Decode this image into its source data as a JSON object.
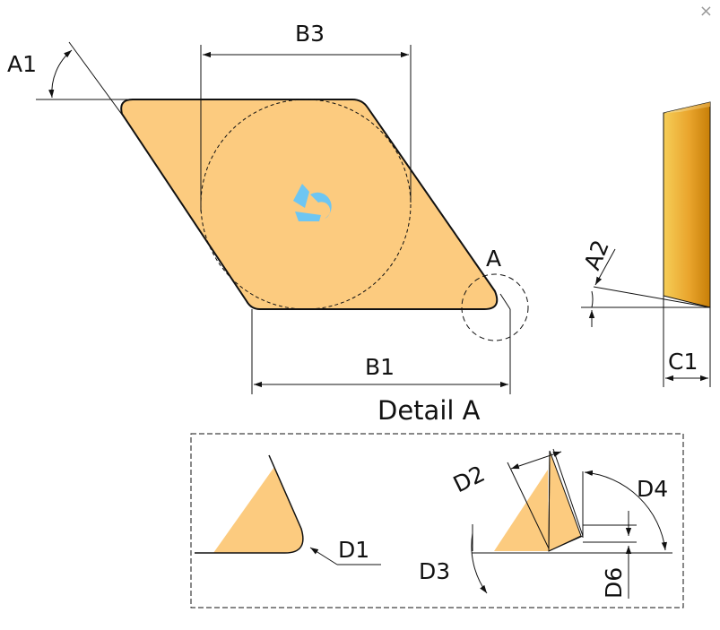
{
  "window": {
    "close_glyph": "×"
  },
  "labels": {
    "A1": "A1",
    "B3": "B3",
    "B1": "B1",
    "A": "A",
    "A2": "A2",
    "C1": "C1",
    "detail_title": "Detail A",
    "D1": "D1",
    "D2": "D2",
    "D3": "D3",
    "D4": "D4",
    "D6": "D6"
  },
  "colors": {
    "insert_fill": "#FCCB7F",
    "insert_face": "#F7C47A",
    "side_gold_light": "#F5C542",
    "side_gold_dark": "#D08A0A",
    "logo_blue": "#6EC6F2",
    "outline": "#111111"
  },
  "icons": {
    "brand_logo": "brand-logo-icon",
    "close": "close-icon"
  }
}
